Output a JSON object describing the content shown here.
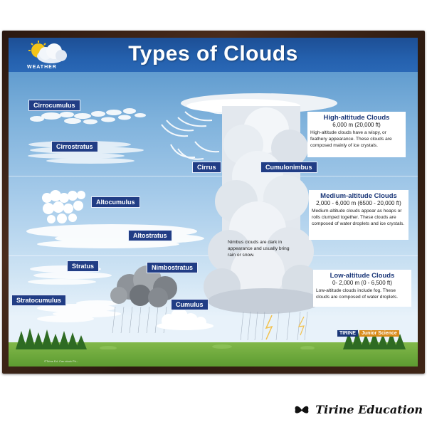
{
  "header": {
    "title": "Types of Clouds",
    "logo_label": "WEATHER"
  },
  "cloud_labels": {
    "cirrocumulus": "Cirrocumulus",
    "cirrostratus": "Cirrostratus",
    "cirrus": "Cirrus",
    "cumulonimbus": "Cumulonimbus",
    "altocumulus": "Altocumulus",
    "altostratus": "Altostratus",
    "stratus": "Stratus",
    "nimbostratus": "Nimbostratus",
    "stratocumulus": "Stratocumulus",
    "cumulus": "Cumulus"
  },
  "info_boxes": {
    "high": {
      "title": "High-altitude Clouds",
      "altitude": "6,000 m (20,000 ft)",
      "text": "High-altitude clouds have a wispy, or feathery appearance. These clouds are composed mainly of ice crystals."
    },
    "medium": {
      "title": "Medium-altitude Clouds",
      "altitude": "2,000 - 6,000 m (6500 - 20,000 ft)",
      "text": "Medium-altitude clouds appear as heaps or rolls clumped together. These clouds are composed of water droplets and ice crystals."
    },
    "low": {
      "title": "Low-altitude Clouds",
      "altitude": "0- 2,000 m (0 - 6,500 ft)",
      "text": "Low-altitude clouds include fog. These clouds are composed of water droplets."
    }
  },
  "nimbus_note": "Nimbus clouds are dark in appearance and usually bring rain or snow.",
  "brand": {
    "part1": "TIRINE",
    "part2": "Junior Science"
  },
  "footer": {
    "text": "Tirine Education"
  },
  "copyright": "©Tirine Ed. Can stock Ph...",
  "colors": {
    "header_blue": "#2460ad",
    "label_navy": "#213d85",
    "sky_top": "#4c8dc6",
    "grass": "#5c9b31"
  },
  "icons": [
    "sun-cloud-icon",
    "butterfly-icon",
    "tree-icon"
  ]
}
